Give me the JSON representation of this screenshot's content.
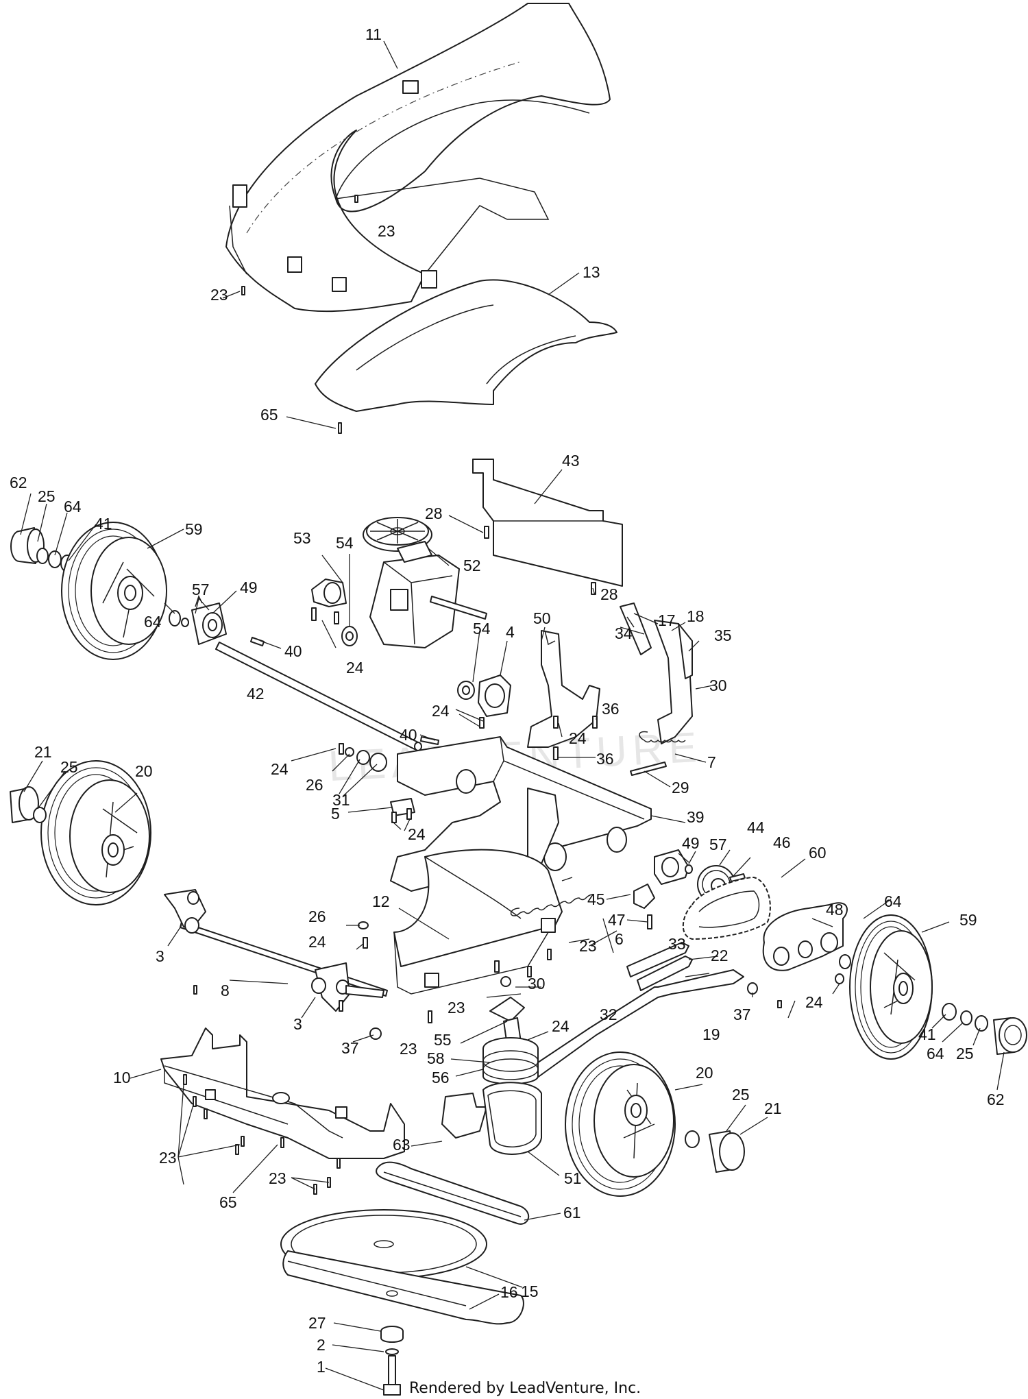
{
  "diagram": {
    "credit": "Rendered by LeadVenture, Inc.",
    "watermark": "LEADVENTURE",
    "labels": {
      "c1": "1",
      "c2": "2",
      "c3a": "3",
      "c3b": "3",
      "c4": "4",
      "c5": "5",
      "c6": "6",
      "c7": "7",
      "c8": "8",
      "c10": "10",
      "c11": "11",
      "c12": "12",
      "c13": "13",
      "c15": "15",
      "c16": "16",
      "c17": "17",
      "c18": "18",
      "c19": "19",
      "c20a": "20",
      "c20b": "20",
      "c21a": "21",
      "c21b": "21",
      "c22": "22",
      "c23a": "23",
      "c23b": "23",
      "c23c": "23",
      "c23d": "23",
      "c23e": "23",
      "c23f": "23",
      "c23g": "23",
      "c24a": "24",
      "c24b": "24",
      "c24c": "24",
      "c24d": "24",
      "c24e": "24",
      "c24f": "24",
      "c24g": "24",
      "c24h": "24",
      "c25a": "25",
      "c25b": "25",
      "c25c": "25",
      "c25d": "25",
      "c26a": "26",
      "c26b": "26",
      "c27": "27",
      "c28a": "28",
      "c28b": "28",
      "c29": "29",
      "c30a": "30",
      "c30b": "30",
      "c31": "31",
      "c32": "32",
      "c33": "33",
      "c34": "34",
      "c35": "35",
      "c36a": "36",
      "c36b": "36",
      "c37a": "37",
      "c37b": "37",
      "c39": "39",
      "c40a": "40",
      "c40b": "40",
      "c41a": "41",
      "c41b": "41",
      "c42": "42",
      "c43": "43",
      "c44": "44",
      "c45": "45",
      "c46": "46",
      "c47": "47",
      "c48": "48",
      "c49a": "49",
      "c49b": "49",
      "c50": "50",
      "c51": "51",
      "c52": "52",
      "c53": "53",
      "c54a": "54",
      "c54b": "54",
      "c55": "55",
      "c56": "56",
      "c57a": "57",
      "c57b": "57",
      "c58": "58",
      "c59a": "59",
      "c59b": "59",
      "c60": "60",
      "c61": "61",
      "c62a": "62",
      "c62b": "62",
      "c63": "63",
      "c64a": "64",
      "c64b": "64",
      "c64c": "64",
      "c64d": "64",
      "c65a": "65",
      "c65b": "65"
    }
  }
}
